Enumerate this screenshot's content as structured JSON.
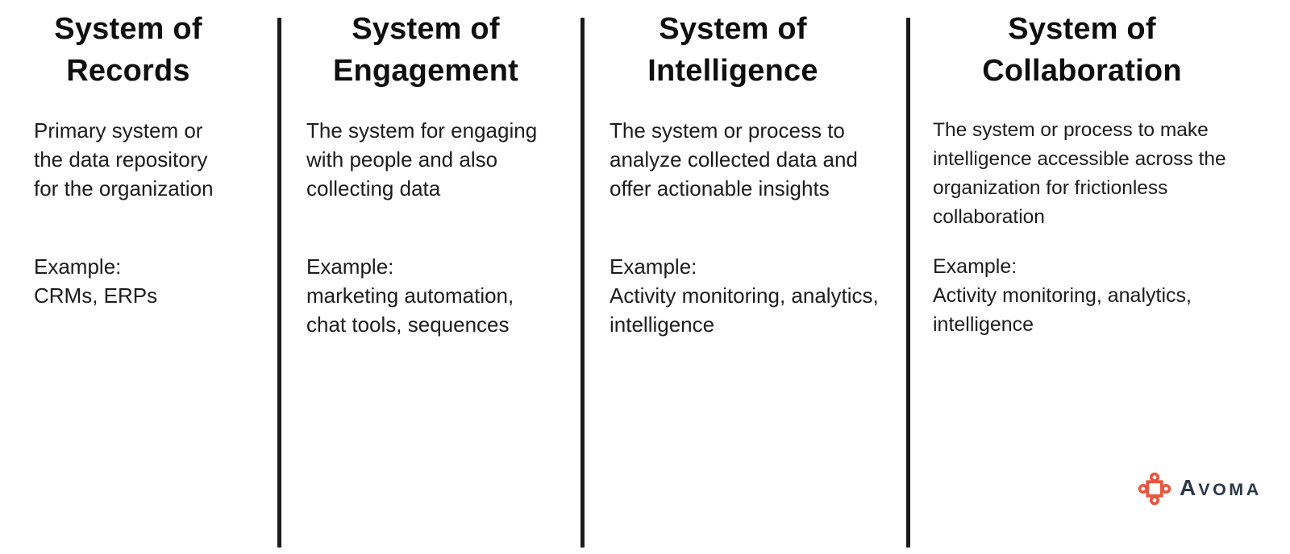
{
  "colors": {
    "background": "#ffffff",
    "text": "#1c1c1c",
    "heading": "#0f0f0f",
    "divider": "#1b1b1b",
    "logo_icon": "#E8563F",
    "logo_text": "#2c3848"
  },
  "columns": [
    {
      "title": "System of\nRecords",
      "description": "Primary system or\nthe data repository\nfor the organization",
      "example_label": "Example:",
      "example_items": "CRMs, ERPs"
    },
    {
      "title": "System of\nEngagement",
      "description": "The system for engaging\nwith people and also\ncollecting data",
      "example_label": "Example:",
      "example_items": "marketing automation,\nchat tools, sequences"
    },
    {
      "title": "System of\nIntelligence",
      "description": "The system or process to\nanalyze collected data and\noffer actionable insights",
      "example_label": "Example:",
      "example_items": "Activity monitoring, analytics,\nintelligence"
    },
    {
      "title": "System of\nCollaboration",
      "description": "The system or process to make\nintelligence accessible across the\norganization for frictionless\ncollaboration",
      "example_label": "Example:",
      "example_items": "Activity monitoring, analytics,\nintelligence"
    }
  ],
  "logo": {
    "brand": "Avoma",
    "wordmark_first": "A",
    "wordmark_rest": "VOMA"
  }
}
